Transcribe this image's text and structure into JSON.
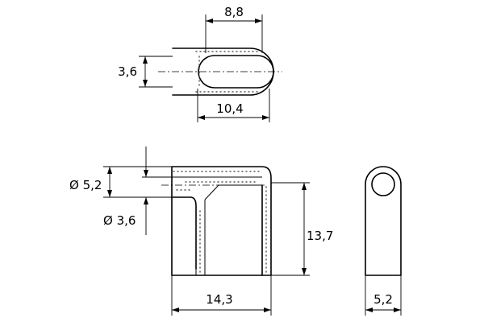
{
  "dimensions": {
    "top_width_inner": "8,8",
    "top_height": "3,6",
    "top_width_outer": "10,4",
    "outer_diameter": "Ø 5,2",
    "inner_diameter": "Ø 3,6",
    "height": "13,7",
    "length": "14,3",
    "end_width": "5,2"
  }
}
